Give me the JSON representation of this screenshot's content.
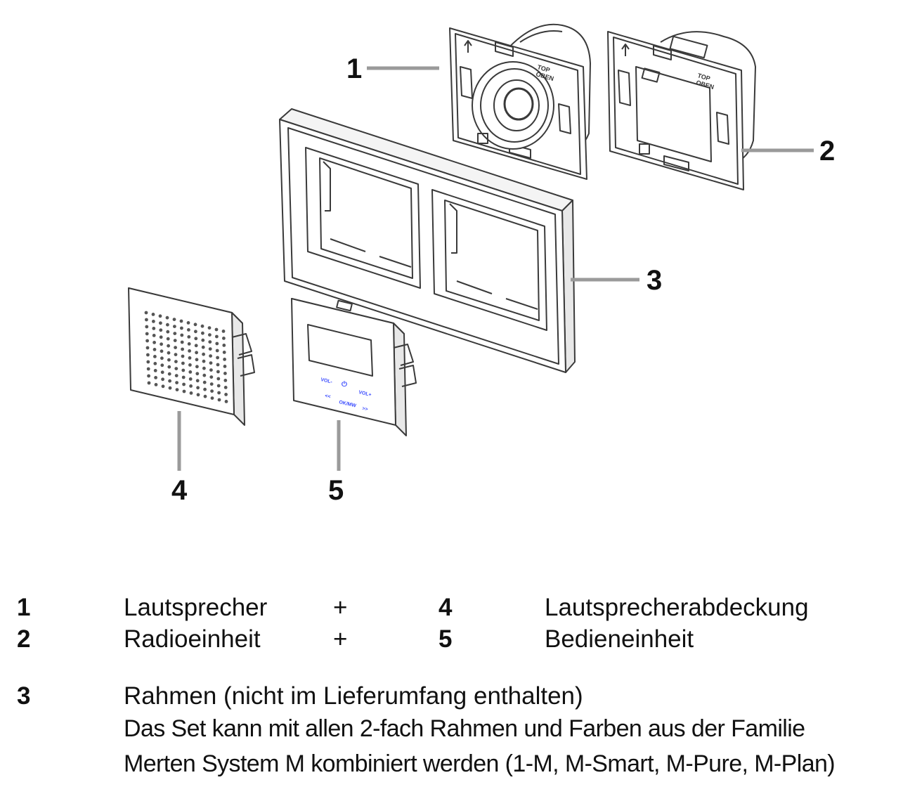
{
  "callouts": [
    "1",
    "2",
    "3",
    "4",
    "5"
  ],
  "device": {
    "mount_text_top": "TOP",
    "mount_text_oben": "OBEN",
    "button_vol_minus": "VOL-",
    "button_vol_plus": "VOL+",
    "button_power": "⏻",
    "button_prev": "<<",
    "button_next": ">>",
    "button_ok": "OK/MW"
  },
  "legend": {
    "row1": {
      "num_a": "1",
      "label_a": "Lautsprecher",
      "plus": "+",
      "num_b": "4",
      "label_b": "Lautsprecherabdeckung"
    },
    "row2": {
      "num_a": "2",
      "label_a": "Radioeinheit",
      "plus": "+",
      "num_b": "5",
      "label_b": "Bedieneinheit"
    },
    "row3": {
      "num": "3",
      "label": "Rahmen (nicht im Lieferumfang enthalten)",
      "note_line1": "Das Set kann mit allen 2-fach Rahmen und Farben aus der Familie",
      "note_line2": "Merten System M kombiniert werden (1-M, M-Smart, M-Pure, M-Plan)"
    }
  },
  "colors": {
    "line": "#3a3a3a",
    "leader": "#9a9a9a",
    "button_glow": "#3b4cff"
  }
}
